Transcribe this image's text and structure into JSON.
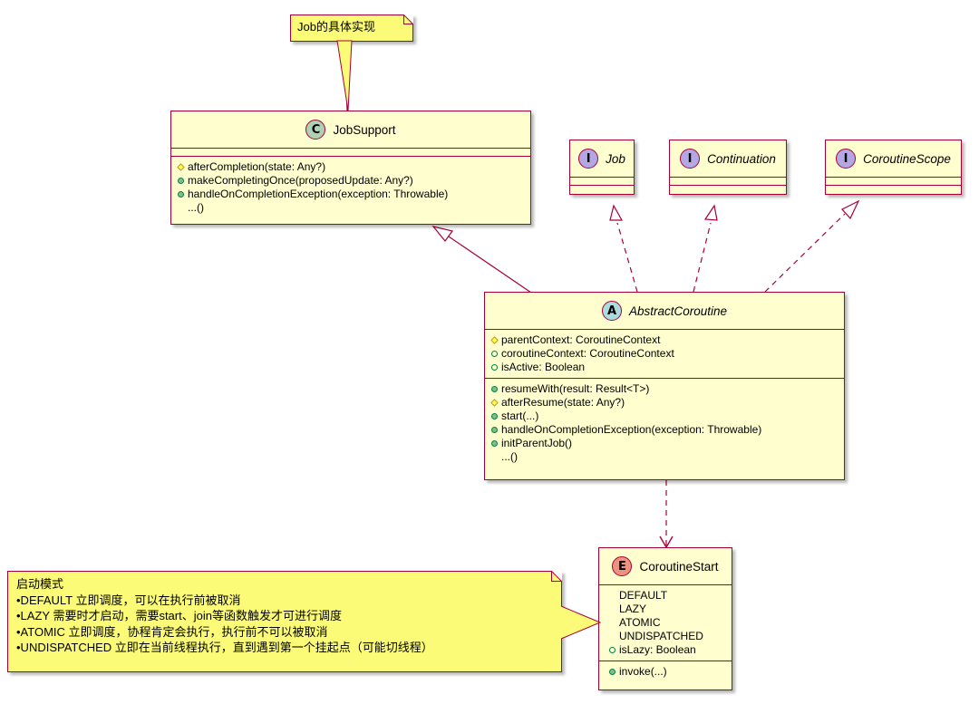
{
  "notes": {
    "job_note": "Job的具体实现",
    "launch_note": {
      "title": "启动模式",
      "lines": [
        "•DEFAULT 立即调度，可以在执行前被取消",
        "•LAZY  需要时才启动，需要start、join等函数触发才可进行调度",
        "•ATOMIC 立即调度，协程肯定会执行，执行前不可以被取消",
        "•UNDISPATCHED 立即在当前线程执行，直到遇到第一个挂起点（可能切线程）"
      ]
    }
  },
  "job_support": {
    "stereotype": "C",
    "name": "JobSupport",
    "methods": [
      {
        "vis": "protected",
        "text": "afterCompletion(state: Any?)"
      },
      {
        "vis": "public",
        "text": "makeCompletingOnce(proposedUpdate: Any?)"
      },
      {
        "vis": "public",
        "text": "handleOnCompletionException(exception: Throwable)"
      },
      {
        "vis": "none",
        "text": "...()"
      }
    ]
  },
  "interfaces": {
    "job": {
      "stereotype": "I",
      "name": "Job"
    },
    "continuation": {
      "stereotype": "I",
      "name": "Continuation"
    },
    "coroutine_scope": {
      "stereotype": "I",
      "name": "CoroutineScope"
    }
  },
  "abstract_coroutine": {
    "stereotype": "A",
    "name": "AbstractCoroutine",
    "fields": [
      {
        "vis": "protected",
        "text": "parentContext: CoroutineContext"
      },
      {
        "vis": "public-field",
        "text": "coroutineContext: CoroutineContext"
      },
      {
        "vis": "public-field",
        "text": "isActive: Boolean"
      }
    ],
    "methods": [
      {
        "vis": "public",
        "text": "resumeWith(result: Result<T>)"
      },
      {
        "vis": "protected",
        "text": "afterResume(state: Any?)"
      },
      {
        "vis": "public",
        "text": "start(...)"
      },
      {
        "vis": "public",
        "text": "handleOnCompletionException(exception: Throwable)"
      },
      {
        "vis": "public",
        "text": "initParentJob()"
      },
      {
        "vis": "none",
        "text": "...()"
      }
    ]
  },
  "coroutine_start": {
    "stereotype": "E",
    "name": "CoroutineStart",
    "fields": [
      {
        "vis": "none",
        "text": "DEFAULT"
      },
      {
        "vis": "none",
        "text": "LAZY"
      },
      {
        "vis": "none",
        "text": "ATOMIC"
      },
      {
        "vis": "none",
        "text": "UNDISPATCHED"
      },
      {
        "vis": "public-field",
        "text": "isLazy: Boolean"
      }
    ],
    "methods": [
      {
        "vis": "public",
        "text": "invoke(...)"
      }
    ]
  },
  "colors": {
    "box_fill": "#fefecf",
    "border": "#a80036",
    "note_fill": "#fbfb77",
    "class_icon": "#add1b2",
    "interface_icon": "#b4a7e5",
    "abstract_icon": "#a9dcdf",
    "enum_icon": "#eb937f"
  }
}
